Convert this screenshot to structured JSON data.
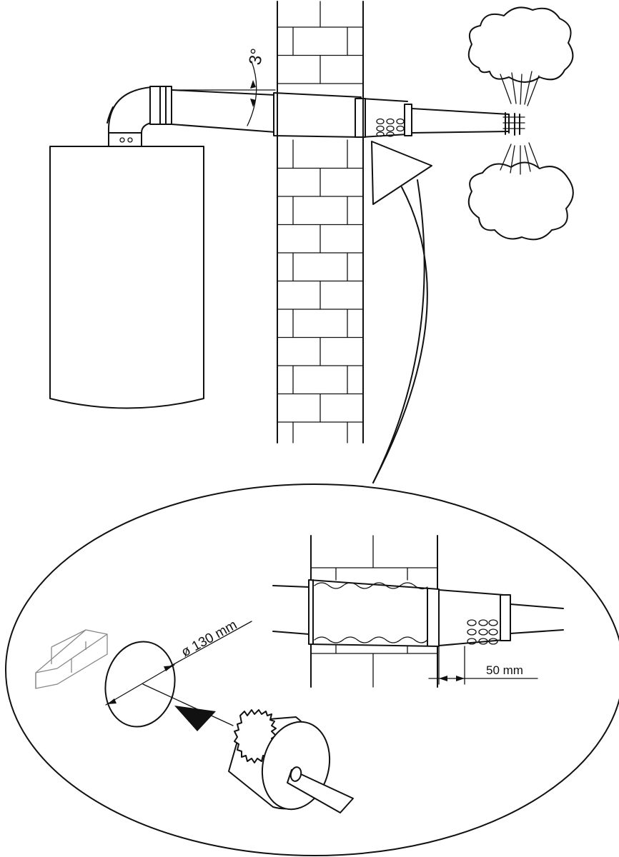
{
  "diagram": {
    "angle_label": "3°",
    "hole_diameter_label": "ø 130 mm",
    "wall_offset_label": "50 mm"
  },
  "icons": {
    "boiler": "boiler-icon",
    "wall": "brick-wall-icon",
    "flue": "flue-pipe-icon",
    "exhaust": "exhaust-cloud-icon",
    "detail": "detail-ellipse-icon",
    "drill": "core-drill-icon"
  }
}
